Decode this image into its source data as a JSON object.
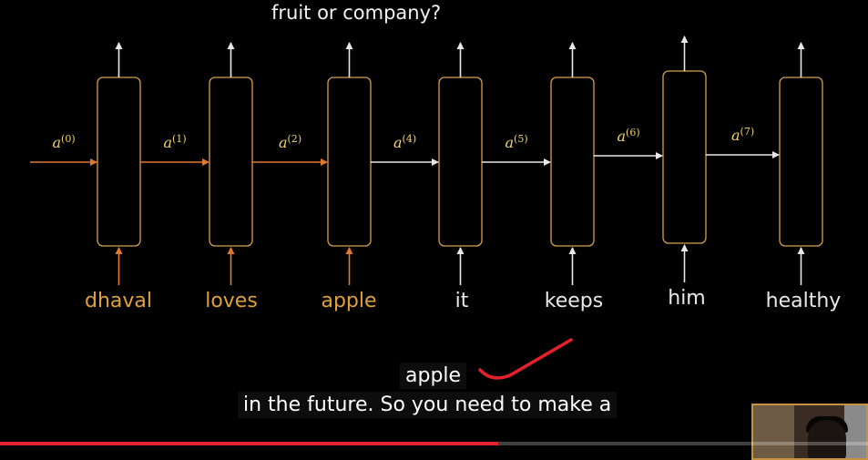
{
  "slide": {
    "title": "fruit or company?",
    "words": [
      "dhaval",
      "loves",
      "apple",
      "it",
      "keeps",
      "him",
      "healthy"
    ],
    "activation_labels": [
      "(0)",
      "(1)",
      "(2)",
      "(4)",
      "(5)",
      "(6)",
      "(7)"
    ],
    "activation_symbol": "a"
  },
  "captions": {
    "line1": "apple",
    "line2": "in the future. So you need to make a"
  },
  "player": {
    "progress": 0.574
  },
  "colors": {
    "orange": "#e0a03a",
    "white": "#e8e8e8",
    "label_yellow": "#f2d36b",
    "mark_red": "#e5202d",
    "progress_red": "#e8212e"
  }
}
